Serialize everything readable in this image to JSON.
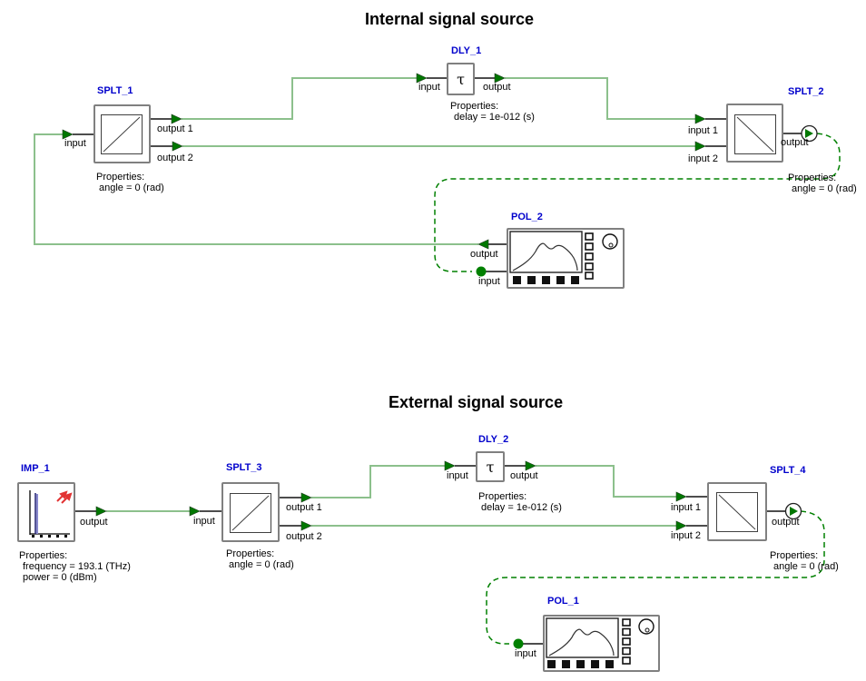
{
  "colors": {
    "wire_green": "#8cc08c",
    "arrow_green": "#007700",
    "dashed_green": "#008000",
    "component_label_blue": "#0000cc",
    "block_border_gray": "#808080"
  },
  "sections": {
    "internal": {
      "title": "Internal signal source"
    },
    "external": {
      "title": "External signal source"
    }
  },
  "components": {
    "splt1": {
      "label": "SPLT_1",
      "ports": {
        "input": "input",
        "output1": "output 1",
        "output2": "output 2"
      },
      "properties": {
        "header": "Properties:",
        "line1": "angle = 0 (rad)"
      }
    },
    "dly1": {
      "label": "DLY_1",
      "symbol": "τ",
      "ports": {
        "input": "input",
        "output": "output"
      },
      "properties": {
        "header": "Properties:",
        "line1": "delay = 1e-012 (s)"
      }
    },
    "splt2": {
      "label": "SPLT_2",
      "ports": {
        "input1": "input 1",
        "input2": "input 2",
        "output": "output"
      },
      "properties": {
        "header": "Properties:",
        "line1": "angle = 0 (rad)"
      }
    },
    "pol2": {
      "label": "POL_2",
      "ports": {
        "output": "output",
        "input": "input"
      }
    },
    "imp1": {
      "label": "IMP_1",
      "ports": {
        "output": "output"
      },
      "properties": {
        "header": "Properties:",
        "line1": "frequency = 193.1 (THz)",
        "line2": "power = 0 (dBm)"
      }
    },
    "splt3": {
      "label": "SPLT_3",
      "ports": {
        "input": "input",
        "output1": "output 1",
        "output2": "output 2"
      },
      "properties": {
        "header": "Properties:",
        "line1": "angle = 0 (rad)"
      }
    },
    "dly2": {
      "label": "DLY_2",
      "symbol": "τ",
      "ports": {
        "input": "input",
        "output": "output"
      },
      "properties": {
        "header": "Properties:",
        "line1": "delay = 1e-012 (s)"
      }
    },
    "splt4": {
      "label": "SPLT_4",
      "ports": {
        "input1": "input 1",
        "input2": "input 2",
        "output": "output"
      },
      "properties": {
        "header": "Properties:",
        "line1": "angle = 0 (rad)"
      }
    },
    "pol1": {
      "label": "POL_1",
      "ports": {
        "input": "input"
      }
    }
  }
}
